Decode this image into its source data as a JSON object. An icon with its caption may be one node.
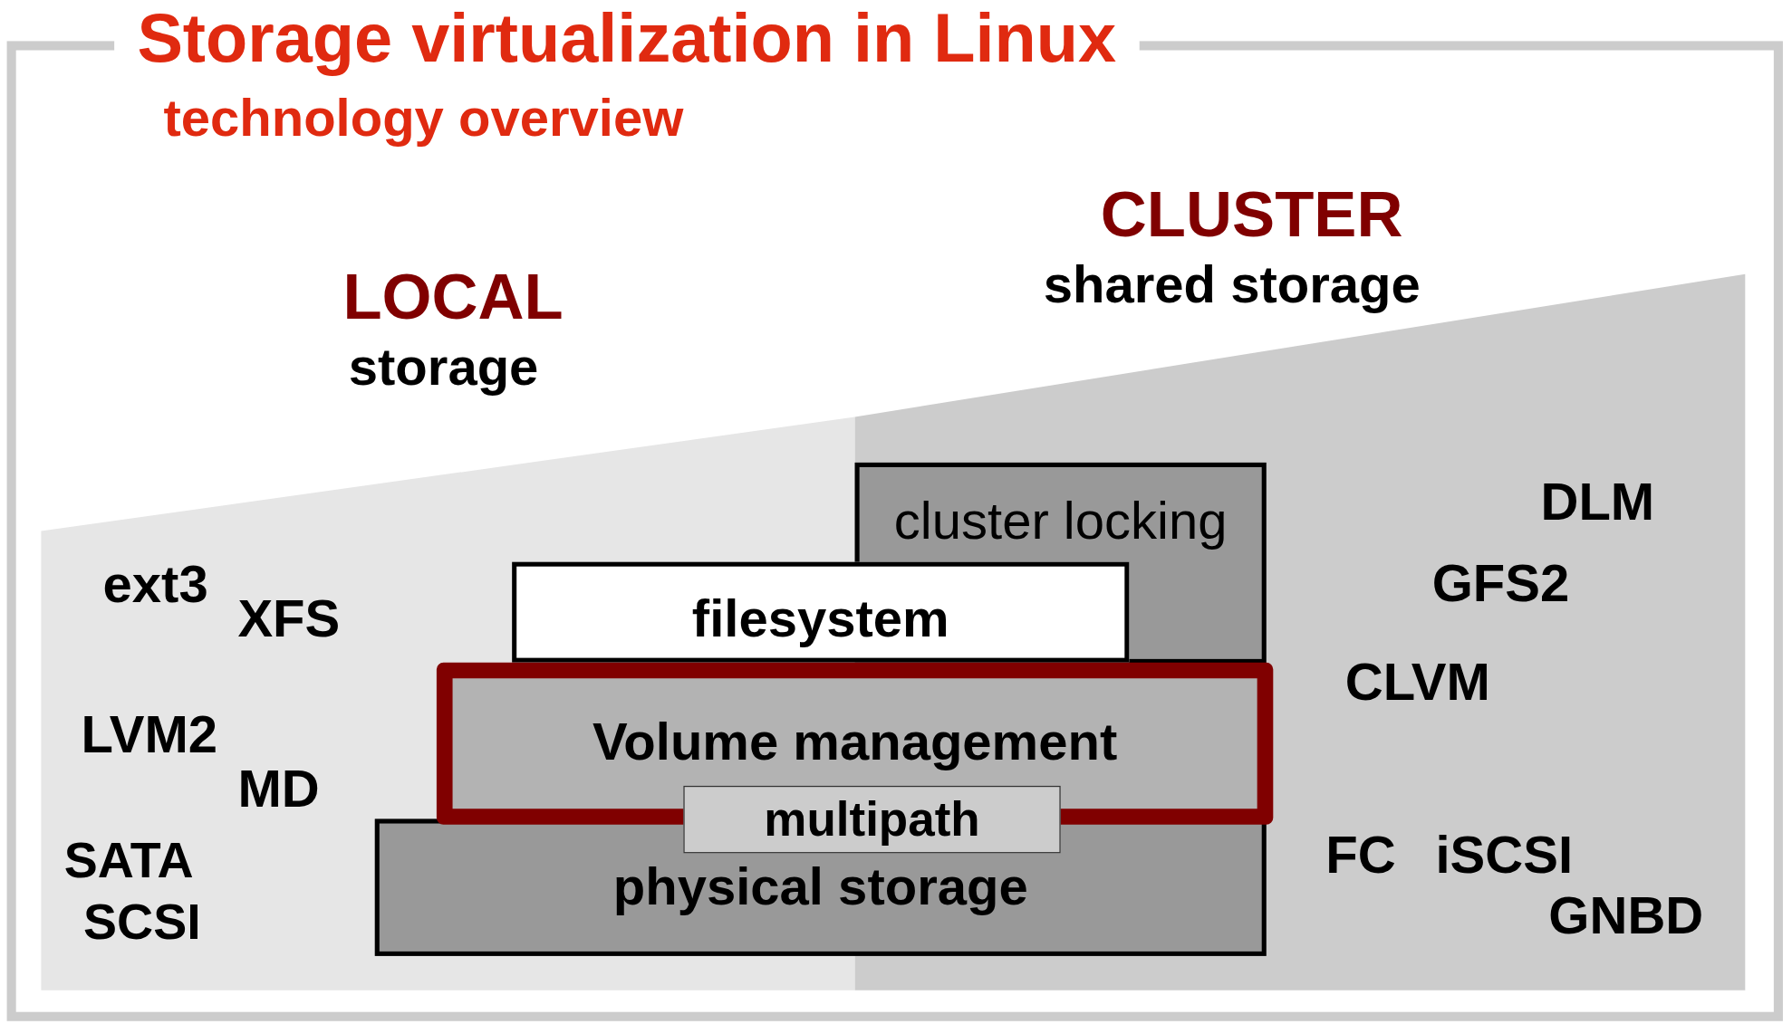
{
  "diagram": {
    "title": "Storage virtualization in Linux",
    "nodes": [
      {
        "text": [
          "cluster locking"
        ]
      },
      {
        "text": [
          "filesystem"
        ]
      },
      {
        "text": [
          "Volume management"
        ]
      },
      {
        "text": [
          "multipath"
        ]
      },
      {
        "text": [
          "physical storage"
        ]
      }
    ],
    "labels": [
      "technology overview",
      "CLUSTER",
      "shared storage",
      "LOCAL",
      "storage",
      "DLM",
      "ext3",
      "GFS2",
      "XFS",
      "CLVM",
      "LVM2",
      "MD",
      "FC",
      "iSCSI",
      "SATA",
      "GNBD",
      "SCSI"
    ]
  }
}
